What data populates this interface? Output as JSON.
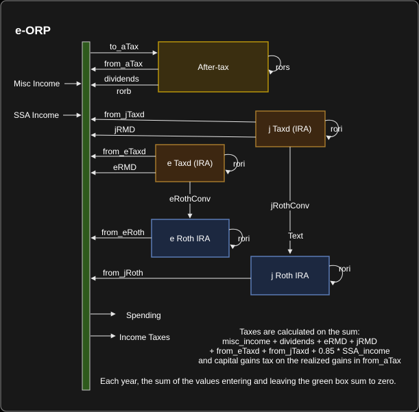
{
  "title": "e-ORP",
  "colors": {
    "canvas_bg": "#181818",
    "canvas_border": "#8a8a8a",
    "green_box_fill": "#2e5a1c",
    "green_box_stroke": "#c9c9c9",
    "aftertax_fill": "#3a2e10",
    "aftertax_stroke": "#b8940a",
    "ira_fill": "#3d2711",
    "ira_stroke": "#a4792c",
    "roth_fill": "#1c2840",
    "roth_stroke": "#5a7ab6",
    "edge": "#e6e6e6",
    "text": "#ffffff"
  },
  "nodes": {
    "aftertax": "After-tax",
    "jtaxd": "j Taxd (IRA)",
    "etaxd": "e Taxd (IRA)",
    "eroth": "e Roth IRA",
    "jroth": "j Roth IRA"
  },
  "inputs": {
    "misc_income": "Misc Income",
    "ssa_income": "SSA Income"
  },
  "outputs": {
    "spending": "Spending",
    "income_taxes": "Income Taxes"
  },
  "edges": {
    "to_atax": "to_aTax",
    "from_atax": "from_aTax",
    "dividends": "dividends",
    "rorb": "rorb",
    "from_jtaxd": "from_jTaxd",
    "jrmd": "jRMD",
    "from_etaxd": "from_eTaxd",
    "ermd": "eRMD",
    "erothconv": "eRothConv",
    "jrothconv": "jRothConv",
    "text": "Text",
    "from_eroth": "from_eRoth",
    "from_jroth": "from_jRoth"
  },
  "loops": {
    "aftertax": "rors",
    "jtaxd": "rori",
    "etaxd": "rori",
    "eroth": "rori",
    "jroth": "rori"
  },
  "notes": {
    "tax_line1": "Taxes are calculated on the sum:",
    "tax_line2": "misc_income + dividends + eRMD + jRMD",
    "tax_line3": "+ from_eTaxd + from_jTaxd + 0.85 * SSA_income",
    "tax_line4": "and capital gains tax on the realized gains in from_aTax",
    "balance": "Each year, the sum of the values entering and leaving the green box sum to zero."
  }
}
